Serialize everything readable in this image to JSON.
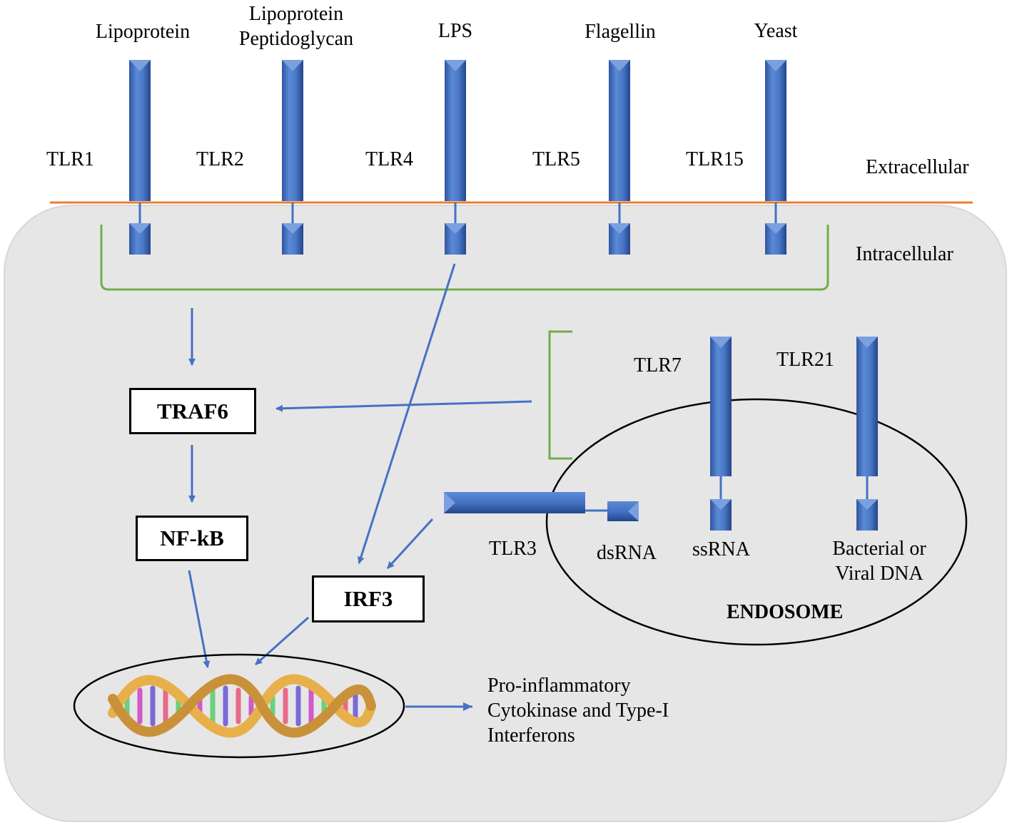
{
  "ligands": {
    "tlr1": "Lipoprotein",
    "tlr2_line1": "Lipoprotein",
    "tlr2_line2": "Peptidoglycan",
    "tlr4": "LPS",
    "tlr5": "Flagellin",
    "tlr15": "Yeast"
  },
  "receptors": {
    "tlr1": "TLR1",
    "tlr2": "TLR2",
    "tlr4": "TLR4",
    "tlr5": "TLR5",
    "tlr15": "TLR15",
    "tlr7": "TLR7",
    "tlr21": "TLR21",
    "tlr3": "TLR3"
  },
  "regions": {
    "extracellular": "Extracellular",
    "intracellular": "Intracellular",
    "endosome": "ENDOSOME"
  },
  "endosome_ligands": {
    "tlr3": "dsRNA",
    "tlr7": "ssRNA",
    "tlr21_line1": "Bacterial or",
    "tlr21_line2": "Viral DNA"
  },
  "nodes": {
    "traf6": "TRAF6",
    "nfkb": "NF-kB",
    "irf3": "IRF3"
  },
  "output": {
    "line1": "Pro-inflammatory",
    "line2": "Cytokinase and Type-I",
    "line3": "Interferons"
  },
  "colors": {
    "receptor": "#4472c4",
    "arrow": "#4472c4",
    "membrane": "#ed7d31",
    "bracket": "#70ad47",
    "cell": "#e7e6e6",
    "dna_backbone": "#e8b04a"
  }
}
